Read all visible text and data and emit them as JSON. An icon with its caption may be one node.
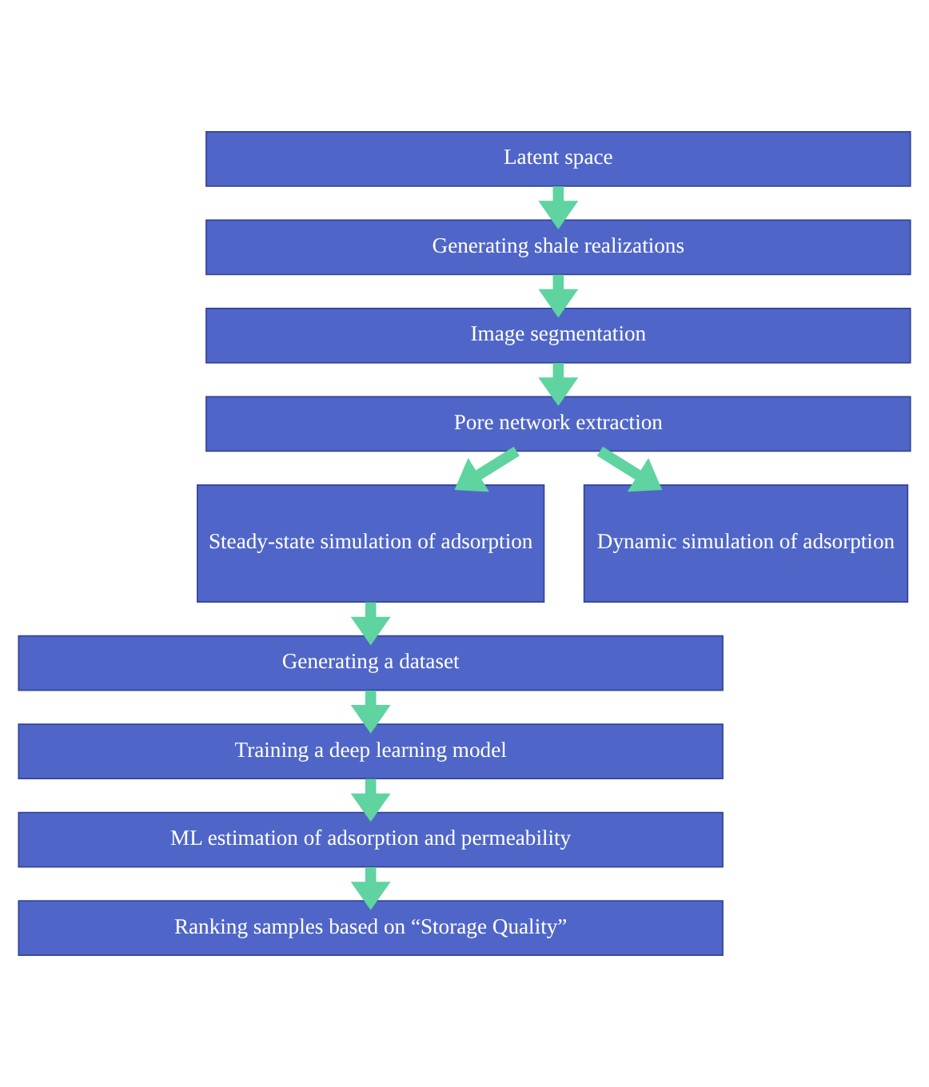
{
  "diagram": {
    "nodes": [
      {
        "text": [
          "Latent space"
        ]
      },
      {
        "text": [
          "Generating shale realizations"
        ]
      },
      {
        "text": [
          "Image segmentation"
        ]
      },
      {
        "text": [
          "Pore network extraction"
        ]
      },
      {
        "text": [
          "Steady-state simulation of adsorption"
        ]
      },
      {
        "text": [
          "Dynamic simulation of adsorption"
        ]
      },
      {
        "text": [
          "Generating a dataset"
        ]
      },
      {
        "text": [
          "Training a deep learning model"
        ]
      },
      {
        "text": [
          "ML estimation of adsorption and permeability"
        ]
      },
      {
        "text": [
          "Ranking samples based on “Storage Quality”"
        ]
      }
    ],
    "edges": [
      {
        "from": 0,
        "to": 1,
        "arrow": "to"
      },
      {
        "from": 1,
        "to": 2,
        "arrow": "to"
      },
      {
        "from": 2,
        "to": 3,
        "arrow": "to"
      },
      {
        "from": 3,
        "to": 4,
        "arrow": "to"
      },
      {
        "from": 3,
        "to": 5,
        "arrow": "to"
      },
      {
        "from": 4,
        "to": 6,
        "arrow": "to"
      },
      {
        "from": 6,
        "to": 7,
        "arrow": "to"
      },
      {
        "from": 7,
        "to": 8,
        "arrow": "to"
      },
      {
        "from": 8,
        "to": 9,
        "arrow": "to"
      }
    ]
  }
}
